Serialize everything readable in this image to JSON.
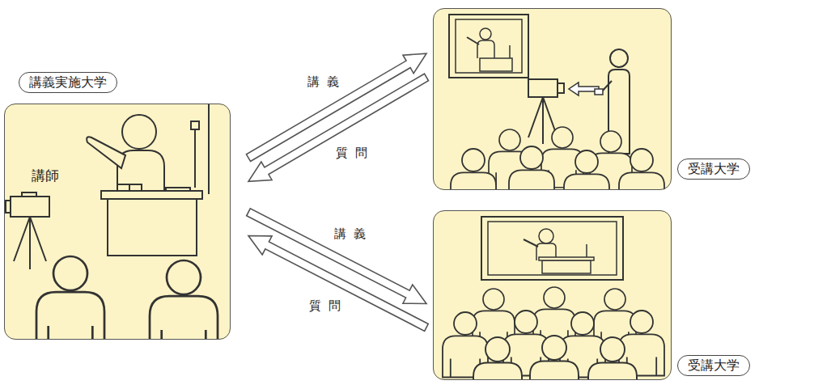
{
  "diagram": {
    "nodes": [
      {
        "text": [
          "講義実施大学",
          "講師"
        ]
      },
      {
        "text": [
          "受講大学"
        ]
      },
      {
        "text": [
          "受講大学"
        ]
      }
    ],
    "edges": [
      {
        "from": 0,
        "to": 1,
        "arrow": "to",
        "label": "講義"
      },
      {
        "from": 1,
        "to": 0,
        "arrow": "to",
        "label": "質問"
      },
      {
        "from": 0,
        "to": 2,
        "arrow": "to",
        "label": "講義"
      },
      {
        "from": 2,
        "to": 0,
        "arrow": "to",
        "label": "質問"
      }
    ]
  }
}
